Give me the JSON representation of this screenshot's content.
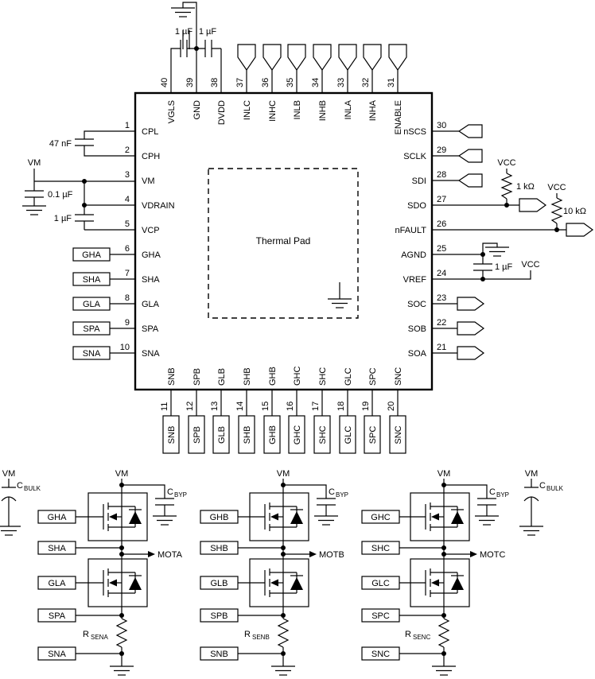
{
  "ic": {
    "thermal_pad_label": "Thermal Pad",
    "pins": {
      "top": [
        {
          "num": "40",
          "name": "VGLS"
        },
        {
          "num": "39",
          "name": "GND"
        },
        {
          "num": "38",
          "name": "DVDD"
        },
        {
          "num": "37",
          "name": "INLC"
        },
        {
          "num": "36",
          "name": "INHC"
        },
        {
          "num": "35",
          "name": "INLB"
        },
        {
          "num": "34",
          "name": "INHB"
        },
        {
          "num": "33",
          "name": "INLA"
        },
        {
          "num": "32",
          "name": "INHA"
        },
        {
          "num": "31",
          "name": "ENABLE"
        }
      ],
      "left": [
        {
          "num": "1",
          "name": "CPL"
        },
        {
          "num": "2",
          "name": "CPH"
        },
        {
          "num": "3",
          "name": "VM"
        },
        {
          "num": "4",
          "name": "VDRAIN"
        },
        {
          "num": "5",
          "name": "VCP"
        },
        {
          "num": "6",
          "name": "GHA",
          "net": "GHA"
        },
        {
          "num": "7",
          "name": "SHA",
          "net": "SHA"
        },
        {
          "num": "8",
          "name": "GLA",
          "net": "GLA"
        },
        {
          "num": "9",
          "name": "SPA",
          "net": "SPA"
        },
        {
          "num": "10",
          "name": "SNA",
          "net": "SNA"
        }
      ],
      "right": [
        {
          "num": "30",
          "name": "nSCS"
        },
        {
          "num": "29",
          "name": "SCLK"
        },
        {
          "num": "28",
          "name": "SDI"
        },
        {
          "num": "27",
          "name": "SDO"
        },
        {
          "num": "26",
          "name": "nFAULT"
        },
        {
          "num": "25",
          "name": "AGND"
        },
        {
          "num": "24",
          "name": "VREF"
        },
        {
          "num": "23",
          "name": "SOC"
        },
        {
          "num": "22",
          "name": "SOB"
        },
        {
          "num": "21",
          "name": "SOA"
        }
      ],
      "bottom": [
        {
          "num": "11",
          "name": "SNB",
          "net": "SNB"
        },
        {
          "num": "12",
          "name": "SPB",
          "net": "SPB"
        },
        {
          "num": "13",
          "name": "GLB",
          "net": "GLB"
        },
        {
          "num": "14",
          "name": "SHB",
          "net": "SHB"
        },
        {
          "num": "15",
          "name": "GHB",
          "net": "GHB"
        },
        {
          "num": "16",
          "name": "GHC",
          "net": "GHC"
        },
        {
          "num": "17",
          "name": "SHC",
          "net": "SHC"
        },
        {
          "num": "18",
          "name": "GLC",
          "net": "GLC"
        },
        {
          "num": "19",
          "name": "SPC",
          "net": "SPC"
        },
        {
          "num": "20",
          "name": "SNC",
          "net": "SNC"
        }
      ]
    }
  },
  "top_caps": {
    "left": "1 µF",
    "right": "1 µF"
  },
  "left_side": {
    "cap_cp": "47 nF",
    "vm": "VM",
    "cap_vm": "0.1 µF",
    "cap_vcp": "1 µF"
  },
  "right_side": {
    "sdo_vcc": "VCC",
    "sdo_r": "1 kΩ",
    "nfault_vcc": "VCC",
    "nfault_r": "10 kΩ",
    "agnd_cap": "1 µF",
    "vref_vcc": "VCC"
  },
  "bridges": [
    {
      "vm": "VM",
      "cbyp_base": "C",
      "cbyp_sub": "BYP",
      "gh": "GHA",
      "sh": "SHA",
      "gl": "GLA",
      "sp": "SPA",
      "sn": "SNA",
      "mot": "MOTA",
      "rsen_base": "R",
      "rsen_sub": "SENA"
    },
    {
      "vm": "VM",
      "cbyp_base": "C",
      "cbyp_sub": "BYP",
      "gh": "GHB",
      "sh": "SHB",
      "gl": "GLB",
      "sp": "SPB",
      "sn": "SNB",
      "mot": "MOTB",
      "rsen_base": "R",
      "rsen_sub": "SENB"
    },
    {
      "vm": "VM",
      "cbyp_base": "C",
      "cbyp_sub": "BYP",
      "gh": "GHC",
      "sh": "SHC",
      "gl": "GLC",
      "sp": "SPC",
      "sn": "SNC",
      "mot": "MOTC",
      "rsen_base": "R",
      "rsen_sub": "SENC"
    }
  ],
  "bulk_caps": [
    {
      "vm": "VM",
      "label_base": "C",
      "label_sub": "BULK"
    },
    {
      "vm": "VM",
      "label_base": "C",
      "label_sub": "BULK"
    }
  ]
}
